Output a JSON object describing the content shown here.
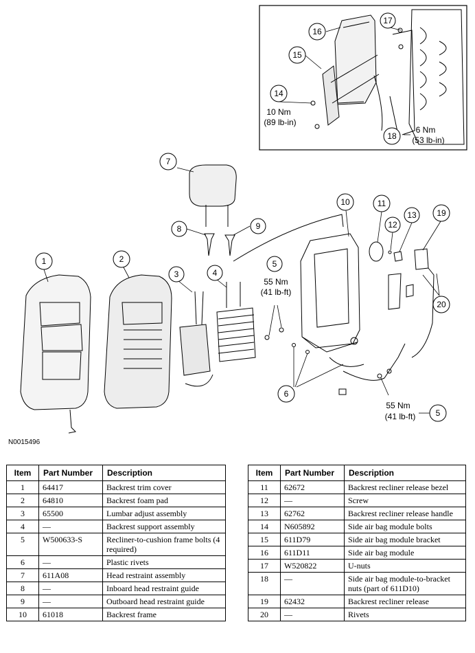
{
  "figure_id": "N0015496",
  "callouts": {
    "c1": "1",
    "c2": "2",
    "c3": "3",
    "c4": "4",
    "c5a": "5",
    "c5b": "5",
    "c6": "6",
    "c7": "7",
    "c8": "8",
    "c9": "9",
    "c10": "10",
    "c11": "11",
    "c12": "12",
    "c13": "13",
    "c14": "14",
    "c15": "15",
    "c16": "16",
    "c17": "17",
    "c18": "18",
    "c19": "19",
    "c20": "20"
  },
  "torque": {
    "t5a_nm": "55 Nm",
    "t5a_lb": "(41 lb-ft)",
    "t5b_nm": "55 Nm",
    "t5b_lb": "(41 lb-ft)",
    "t14_nm": "10 Nm",
    "t14_lb": "(89 lb-in)",
    "t18_nm": "6 Nm",
    "t18_lb": "(53 lb-in)"
  },
  "table": {
    "headers": {
      "item": "Item",
      "part": "Part Number",
      "desc": "Description"
    },
    "left": [
      {
        "item": "1",
        "part": "64417",
        "desc": "Backrest trim cover"
      },
      {
        "item": "2",
        "part": "64810",
        "desc": "Backrest foam pad"
      },
      {
        "item": "3",
        "part": "65500",
        "desc": "Lumbar adjust assembly"
      },
      {
        "item": "4",
        "part": "—",
        "desc": "Backrest support assembly"
      },
      {
        "item": "5",
        "part": "W500633-S",
        "desc": "Recliner-to-cushion frame bolts (4 required)"
      },
      {
        "item": "6",
        "part": "—",
        "desc": "Plastic rivets"
      },
      {
        "item": "7",
        "part": "611A08",
        "desc": "Head restraint assembly"
      },
      {
        "item": "8",
        "part": "—",
        "desc": "Inboard head restraint guide"
      },
      {
        "item": "9",
        "part": "—",
        "desc": "Outboard head restraint guide"
      },
      {
        "item": "10",
        "part": "61018",
        "desc": "Backrest frame"
      }
    ],
    "right": [
      {
        "item": "11",
        "part": "62672",
        "desc": "Backrest recliner release bezel"
      },
      {
        "item": "12",
        "part": "—",
        "desc": "Screw"
      },
      {
        "item": "13",
        "part": "62762",
        "desc": "Backrest recliner release handle"
      },
      {
        "item": "14",
        "part": "N605892",
        "desc": "Side air bag module bolts"
      },
      {
        "item": "15",
        "part": "611D79",
        "desc": "Side air bag module bracket"
      },
      {
        "item": "16",
        "part": "611D11",
        "desc": "Side air bag module"
      },
      {
        "item": "17",
        "part": "W520822",
        "desc": "U-nuts"
      },
      {
        "item": "18",
        "part": "—",
        "desc": "Side air bag module-to-bracket nuts (part of 611D10)"
      },
      {
        "item": "19",
        "part": "62432",
        "desc": "Backrest recliner release"
      },
      {
        "item": "20",
        "part": "—",
        "desc": "Rivets"
      }
    ]
  }
}
